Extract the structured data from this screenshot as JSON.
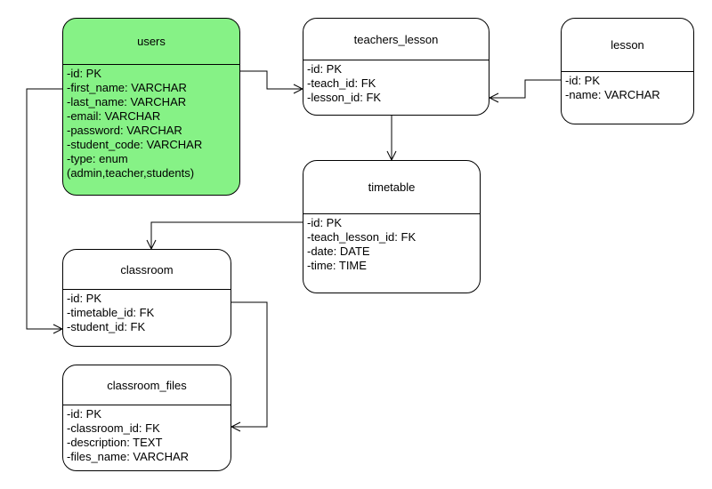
{
  "entities": [
    {
      "key": "users",
      "name": "users",
      "highlight": true,
      "fields": [
        "-id: PK",
        "-first_name: VARCHAR",
        "-last_name: VARCHAR",
        "-email: VARCHAR",
        "-password: VARCHAR",
        "-student_code: VARCHAR",
        "-type: enum (admin,teacher,students)"
      ]
    },
    {
      "key": "teachers_lesson",
      "name": "teachers_lesson",
      "highlight": false,
      "fields": [
        "-id: PK",
        "-teach_id: FK",
        "-lesson_id: FK"
      ]
    },
    {
      "key": "lesson",
      "name": "lesson",
      "highlight": false,
      "fields": [
        "-id: PK",
        "-name: VARCHAR"
      ]
    },
    {
      "key": "timetable",
      "name": "timetable",
      "highlight": false,
      "fields": [
        "-id: PK",
        "-teach_lesson_id: FK",
        "-date: DATE",
        "-time: TIME"
      ]
    },
    {
      "key": "classroom",
      "name": "classroom",
      "highlight": false,
      "fields": [
        "-id: PK",
        "-timetable_id: FK",
        "-student_id: FK"
      ]
    },
    {
      "key": "classroom_files",
      "name": "classroom_files",
      "highlight": false,
      "fields": [
        "-id: PK",
        "-classroom_id: FK",
        "-description: TEXT",
        "-files_name: VARCHAR"
      ]
    }
  ],
  "relationships": [
    {
      "from": "users",
      "to": "teachers_lesson"
    },
    {
      "from": "lesson",
      "to": "teachers_lesson"
    },
    {
      "from": "teachers_lesson",
      "to": "timetable"
    },
    {
      "from": "timetable",
      "to": "classroom"
    },
    {
      "from": "users",
      "to": "classroom"
    },
    {
      "from": "classroom",
      "to": "classroom_files"
    }
  ],
  "colors": {
    "highlight": "#86f286",
    "border": "#000000",
    "background": "#ffffff"
  }
}
